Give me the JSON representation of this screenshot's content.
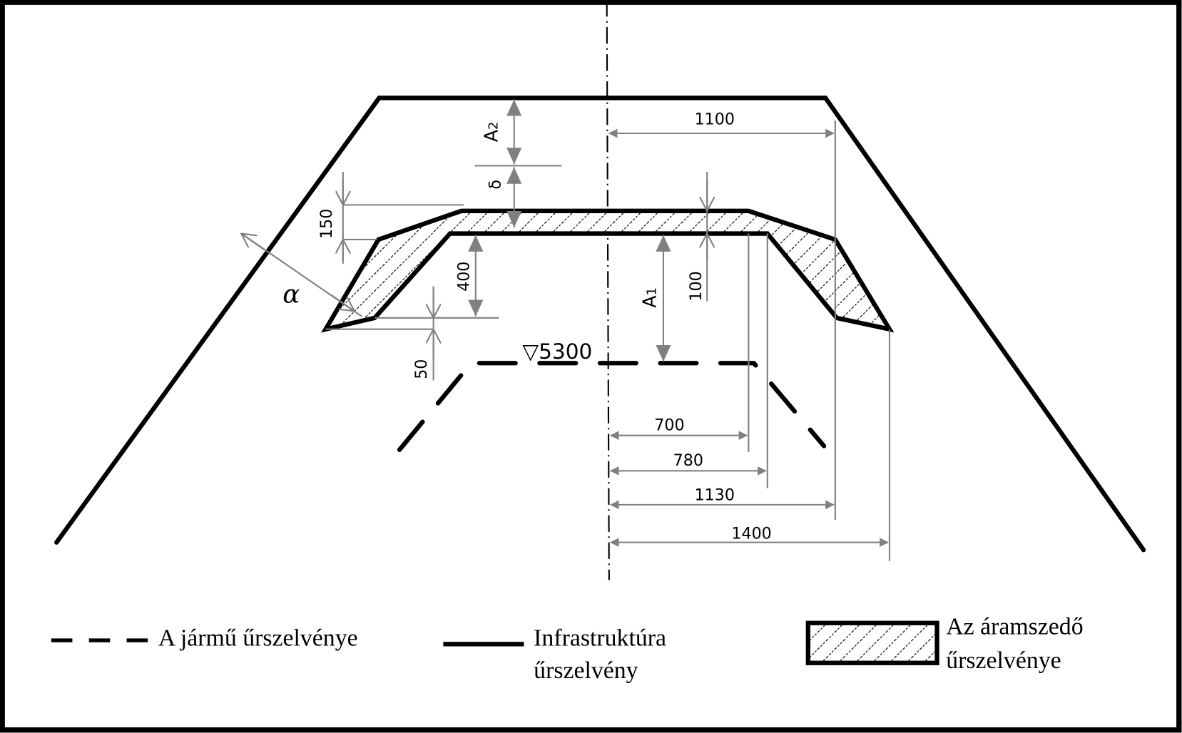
{
  "diagram": {
    "dimensions": {
      "d1100": "1100",
      "d150": "150",
      "d400": "400",
      "d50": "50",
      "d100": "100",
      "d700": "700",
      "d780": "780",
      "d1130": "1130",
      "d1400": "1400"
    },
    "symbols": {
      "a2_main": "A",
      "a2_sub": "2",
      "a1_main": "A",
      "a1_sub": "1",
      "delta": "δ",
      "alpha": "α",
      "elevation": "▽5300"
    },
    "legend": {
      "vehicle_gauge": "A jármű űrszelvénye",
      "infrastructure_line1": "Infrastruktúra",
      "infrastructure_line2": "űrszelvény",
      "pantograph_line1": "Az áramszedő",
      "pantograph_line2": "űrszelvénye"
    },
    "colors": {
      "outline": "#000000",
      "dimension": "#808080"
    }
  }
}
